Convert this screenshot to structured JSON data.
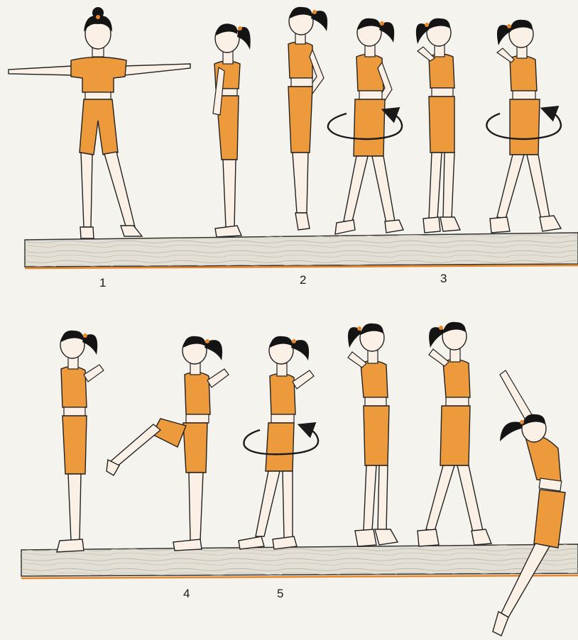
{
  "illustration": {
    "colors": {
      "paper": "#f4f3ee",
      "outfit": "#ec9a3c",
      "outfit_shadow": "#d9822a",
      "skin": "#fbf0e6",
      "hair": "#141414",
      "hair_tie": "#e8862a",
      "outline": "#222222",
      "beam_top": "#e9e6de",
      "beam_side": "#d6d2c6",
      "beam_stripe": "#e8862a",
      "rotation_arrow": "#1a1a1a"
    },
    "step_labels": [
      "1",
      "2",
      "3",
      "4",
      "5"
    ],
    "icons": [
      "rotation-arrow-icon"
    ]
  }
}
